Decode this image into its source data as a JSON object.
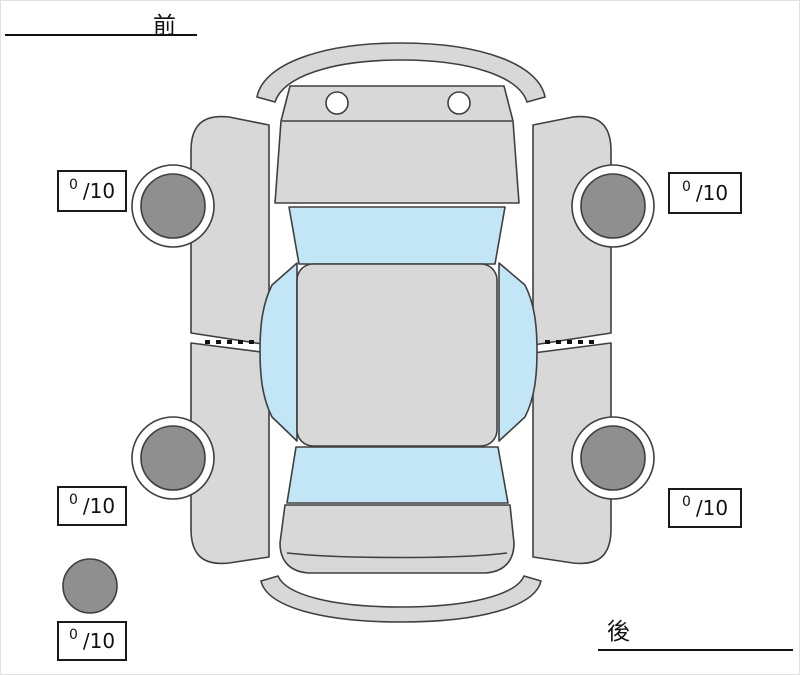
{
  "orientation": {
    "front_label": "前",
    "rear_label": "後"
  },
  "tread_scores": {
    "front_left": {
      "score": "0",
      "max": "/10"
    },
    "front_right": {
      "score": "0",
      "max": "/10"
    },
    "rear_left": {
      "score": "0",
      "max": "/10"
    },
    "rear_right": {
      "score": "0",
      "max": "/10"
    },
    "spare": {
      "score": "0",
      "max": "/10"
    }
  },
  "colors": {
    "body": "#d8d8d8",
    "glass": "#c3e6f6",
    "wheel": "#8f8f8f",
    "white": "#ffffff",
    "outline": "#3f3f3f"
  }
}
